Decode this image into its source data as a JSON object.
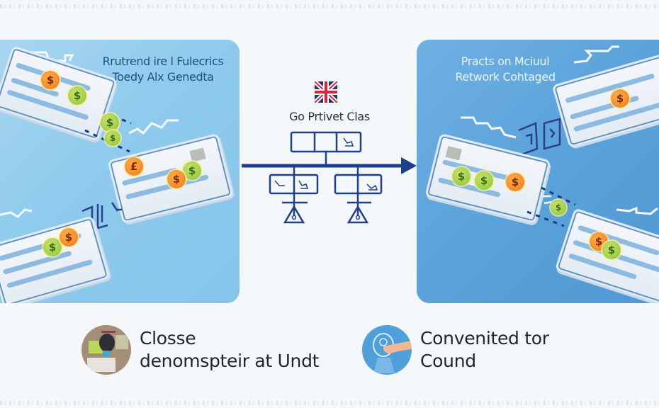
{
  "top_noise": "",
  "left_panel": {
    "title_line1": "Rrutrend ire l Fulecrics",
    "title_line2": "Toedy Alx Genedta",
    "coins": [
      "$",
      "$",
      "$",
      "$",
      "£",
      "$",
      "$",
      "$",
      "$"
    ]
  },
  "center": {
    "flag_icon": "uk-flag",
    "label": "Go Prtivet Clas",
    "arrow_direction": "right"
  },
  "right_panel": {
    "title_line1": "Practs on Mciuul",
    "title_line2": "Retwork Cohtaged",
    "coins": [
      "$",
      "$",
      "$",
      "$",
      "$",
      "$",
      "$"
    ]
  },
  "bottom": {
    "left": {
      "line1": "Closse",
      "line2": "denomspteir at Undt"
    },
    "right": {
      "line1": "Convenited tor",
      "line2": "Cound"
    }
  },
  "colors": {
    "left_panel_bg": "#8ecbed",
    "right_panel_bg": "#5aa2da",
    "diagram_navy": "#1e3f8a",
    "coin_orange": "#ee7a1a",
    "coin_green": "#8fc43a"
  }
}
